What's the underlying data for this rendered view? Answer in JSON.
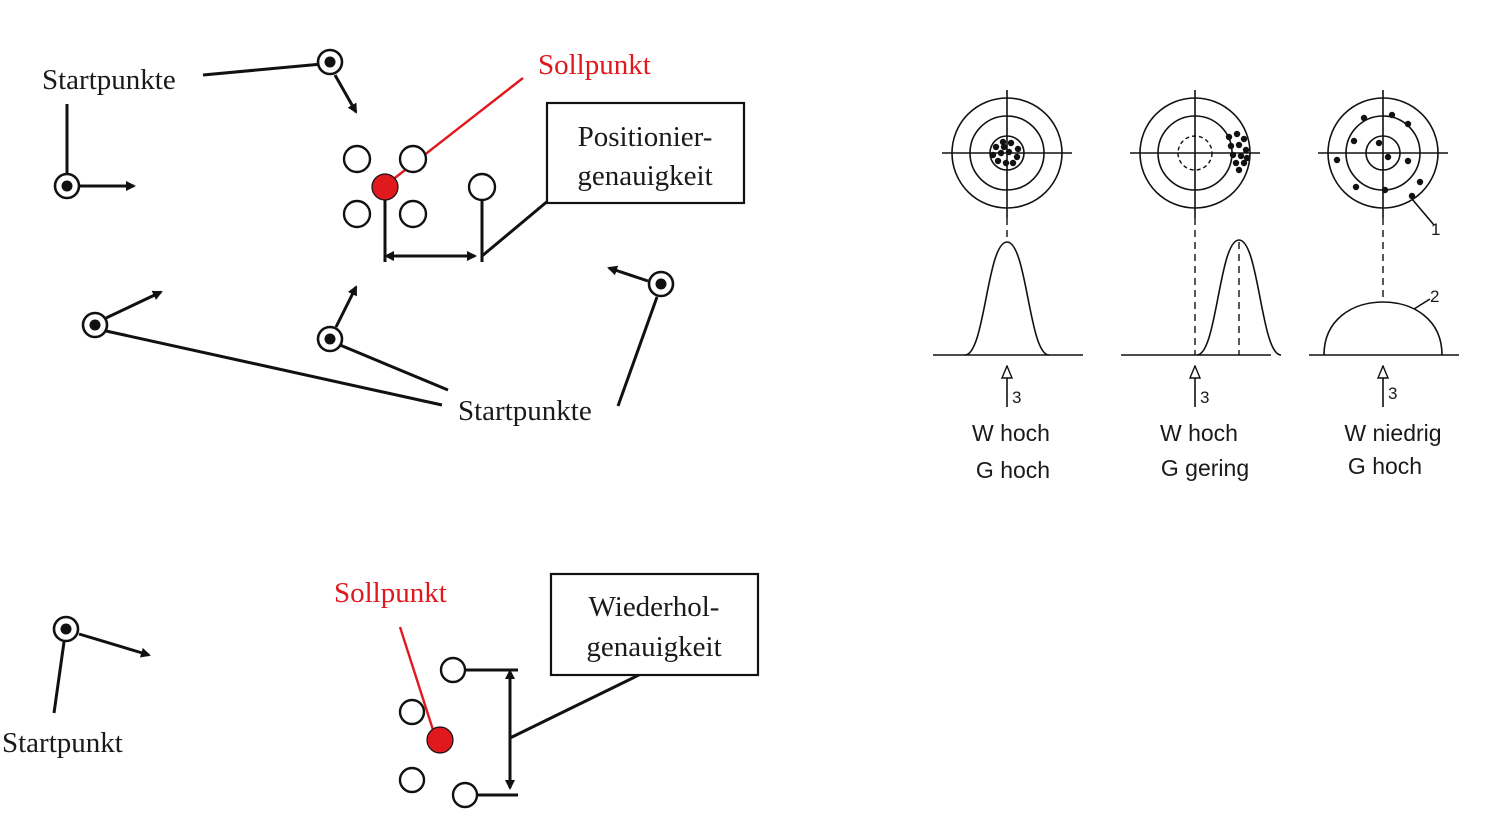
{
  "colors": {
    "target_red": "#e0191f",
    "ink": "#111111"
  },
  "positioning": {
    "start_label_top": "Startpunkte",
    "start_label_bottom": "Startpunkte",
    "target_label": "Sollpunkt",
    "box_line1": "Positionier-",
    "box_line2": "genauigkeit"
  },
  "repeat": {
    "start_label": "Startpunkt",
    "target_label": "Sollpunkt",
    "box_line1": "Wiederhol-",
    "box_line2": "genauigkeit"
  },
  "targets": [
    {
      "line1": "W hoch",
      "line2": "G hoch",
      "marker": "3"
    },
    {
      "line1": "W hoch",
      "line2": "G gering",
      "marker": "3"
    },
    {
      "line1": "W niedrig",
      "line2": "G hoch",
      "marker": "3",
      "callout_ring": "1",
      "callout_curve": "2"
    }
  ]
}
